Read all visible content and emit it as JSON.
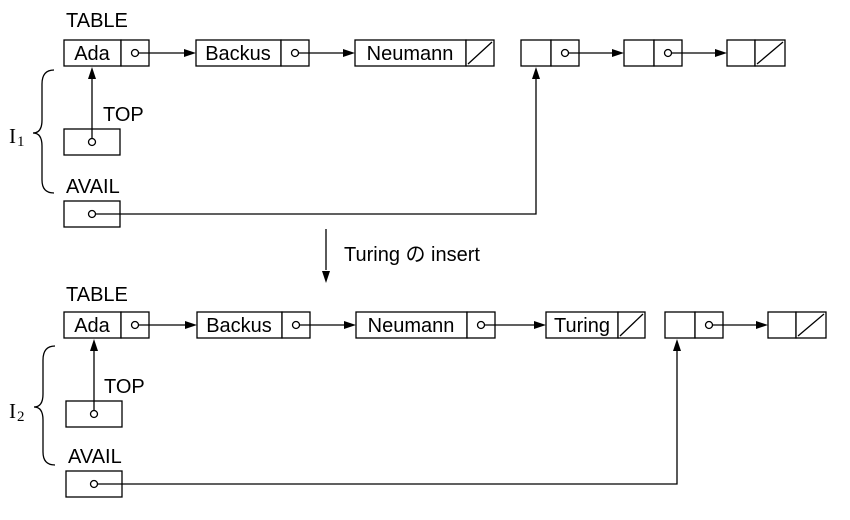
{
  "state1": {
    "table_label": "TABLE",
    "nodes": [
      "Ada",
      "Backus",
      "Neumann"
    ],
    "top_label": "TOP",
    "avail_label": "AVAIL",
    "set_label": "I",
    "set_sub": "1"
  },
  "transition": {
    "label": "Turing の insert"
  },
  "state2": {
    "table_label": "TABLE",
    "nodes": [
      "Ada",
      "Backus",
      "Neumann",
      "Turing"
    ],
    "top_label": "TOP",
    "avail_label": "AVAIL",
    "set_label": "I",
    "set_sub": "2"
  }
}
